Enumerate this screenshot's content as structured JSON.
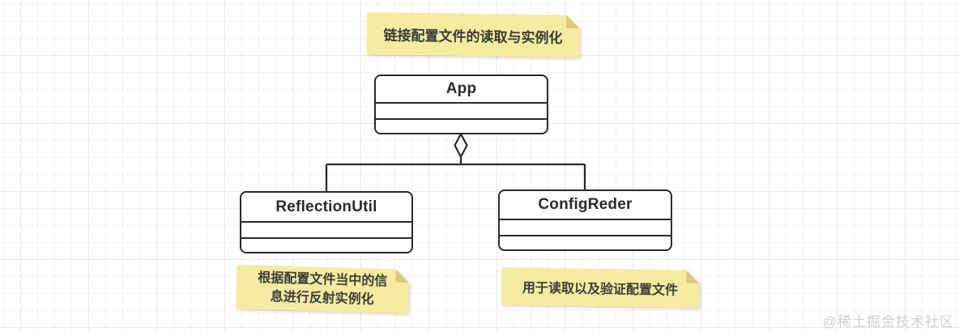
{
  "diagram": {
    "title_note": {
      "text": "链接配置文件的读取与实例化"
    },
    "classes": {
      "app": {
        "name": "App"
      },
      "reflection_util": {
        "name": "ReflectionUtil"
      },
      "config_reder": {
        "name": "ConfigReder"
      }
    },
    "notes": {
      "reflection_util": {
        "line1": "根据配置文件当中的信",
        "line2": "息进行反射实例化"
      },
      "config_reder": {
        "text": "用于读取以及验证配置文件"
      }
    },
    "relationship": {
      "type": "aggregation",
      "parent": "App",
      "children": [
        "ReflectionUtil",
        "ConfigReder"
      ]
    }
  },
  "watermark": {
    "text": "@稀土掘金技术社区"
  },
  "colors": {
    "note_bg": "#f6eca1",
    "note_fold": "#dcc77a",
    "stroke": "#2b2b2b",
    "grid_minor": "#f4f4f4",
    "grid_major": "#e9e9e9",
    "watermark": "#d0d0d0"
  }
}
